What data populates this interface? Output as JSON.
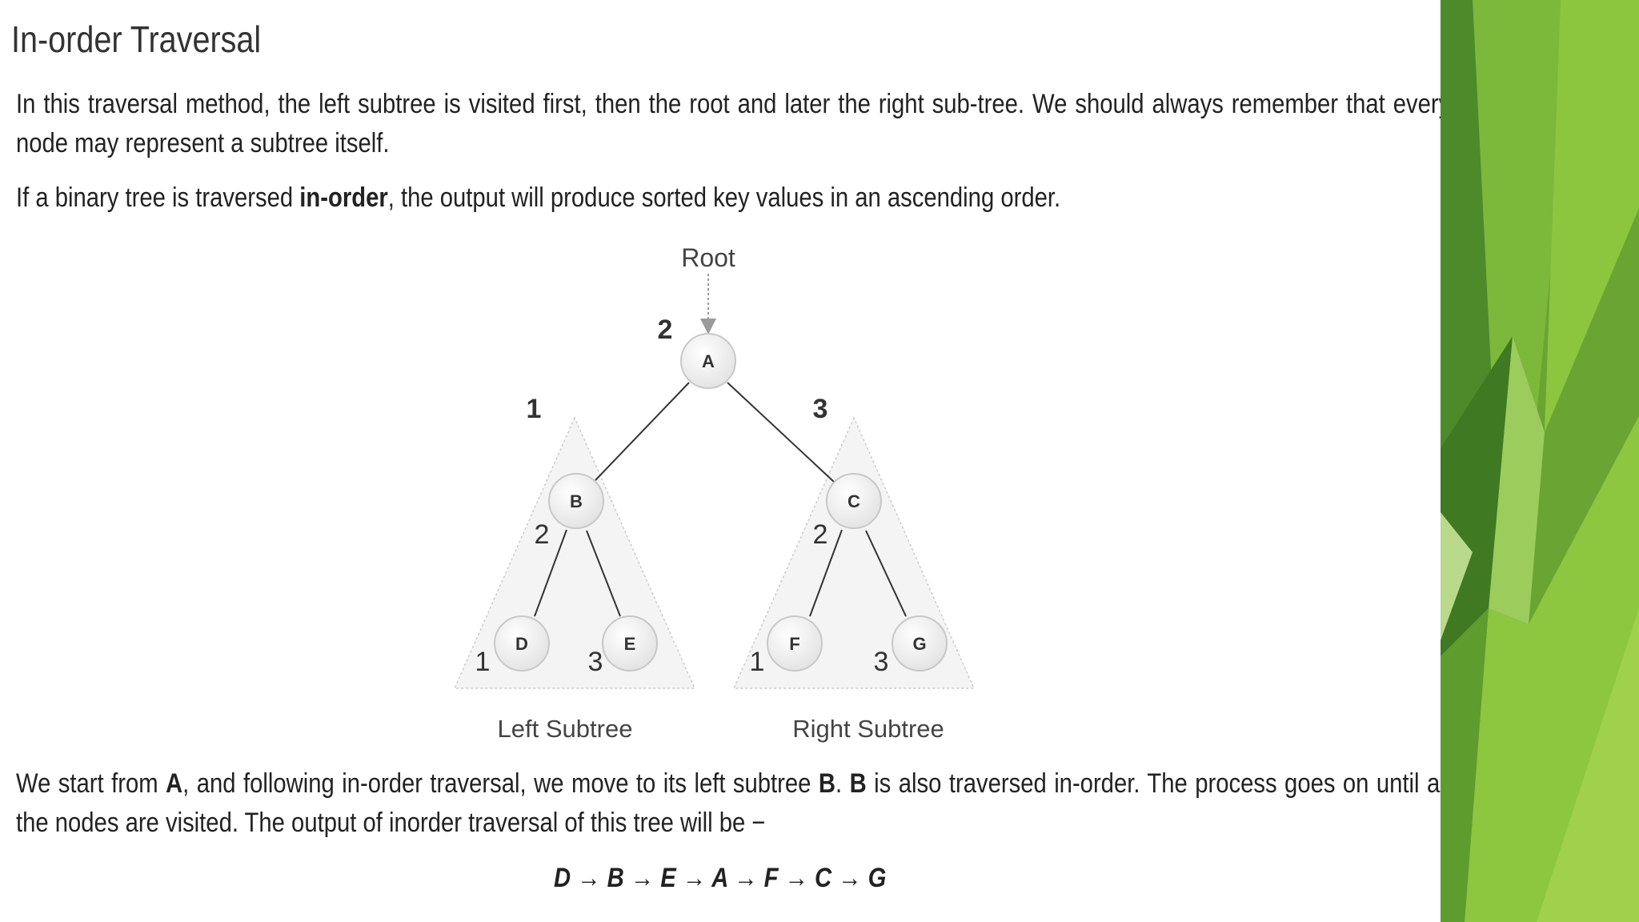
{
  "title": "In-order Traversal",
  "paragraph1": {
    "text": "In this traversal method, the left subtree is visited first, then the root and later the right sub-tree. We should always remember that every node may represent a subtree itself."
  },
  "paragraph2": {
    "before": "If a binary tree is traversed ",
    "bold": "in-order",
    "after": ", the output will produce sorted key values in an ascending order."
  },
  "diagram": {
    "root_label": "Root",
    "nodes": {
      "a": "A",
      "b": "B",
      "c": "C",
      "d": "D",
      "e": "E",
      "f": "F",
      "g": "G"
    },
    "order_labels": {
      "root_order": "2",
      "left_order": "1",
      "right_order": "3",
      "b_order": "2",
      "d_order": "1",
      "e_order": "3",
      "c_order": "2",
      "f_order": "1",
      "g_order": "3"
    },
    "left_subtree_label": "Left Subtree",
    "right_subtree_label": "Right Subtree"
  },
  "paragraph3": {
    "t1": "We start from ",
    "b1": "A",
    "t2": ", and following in-order traversal, we move to its left subtree ",
    "b2": "B",
    "t3": ". ",
    "b3": "B",
    "t4": " is also traversed in-order. The process goes on until all the nodes are visited. The output of inorder traversal of this tree will be −"
  },
  "output": "D → B → E → A → F → C → G",
  "colors": {
    "text": "#222222",
    "node_fill": "#f2f2f2",
    "node_stroke": "#c8c8c8",
    "subtree_fill": "#f4f4f4",
    "accent_green_light": "#8cc63f",
    "accent_green_dark": "#4f8a2b"
  }
}
